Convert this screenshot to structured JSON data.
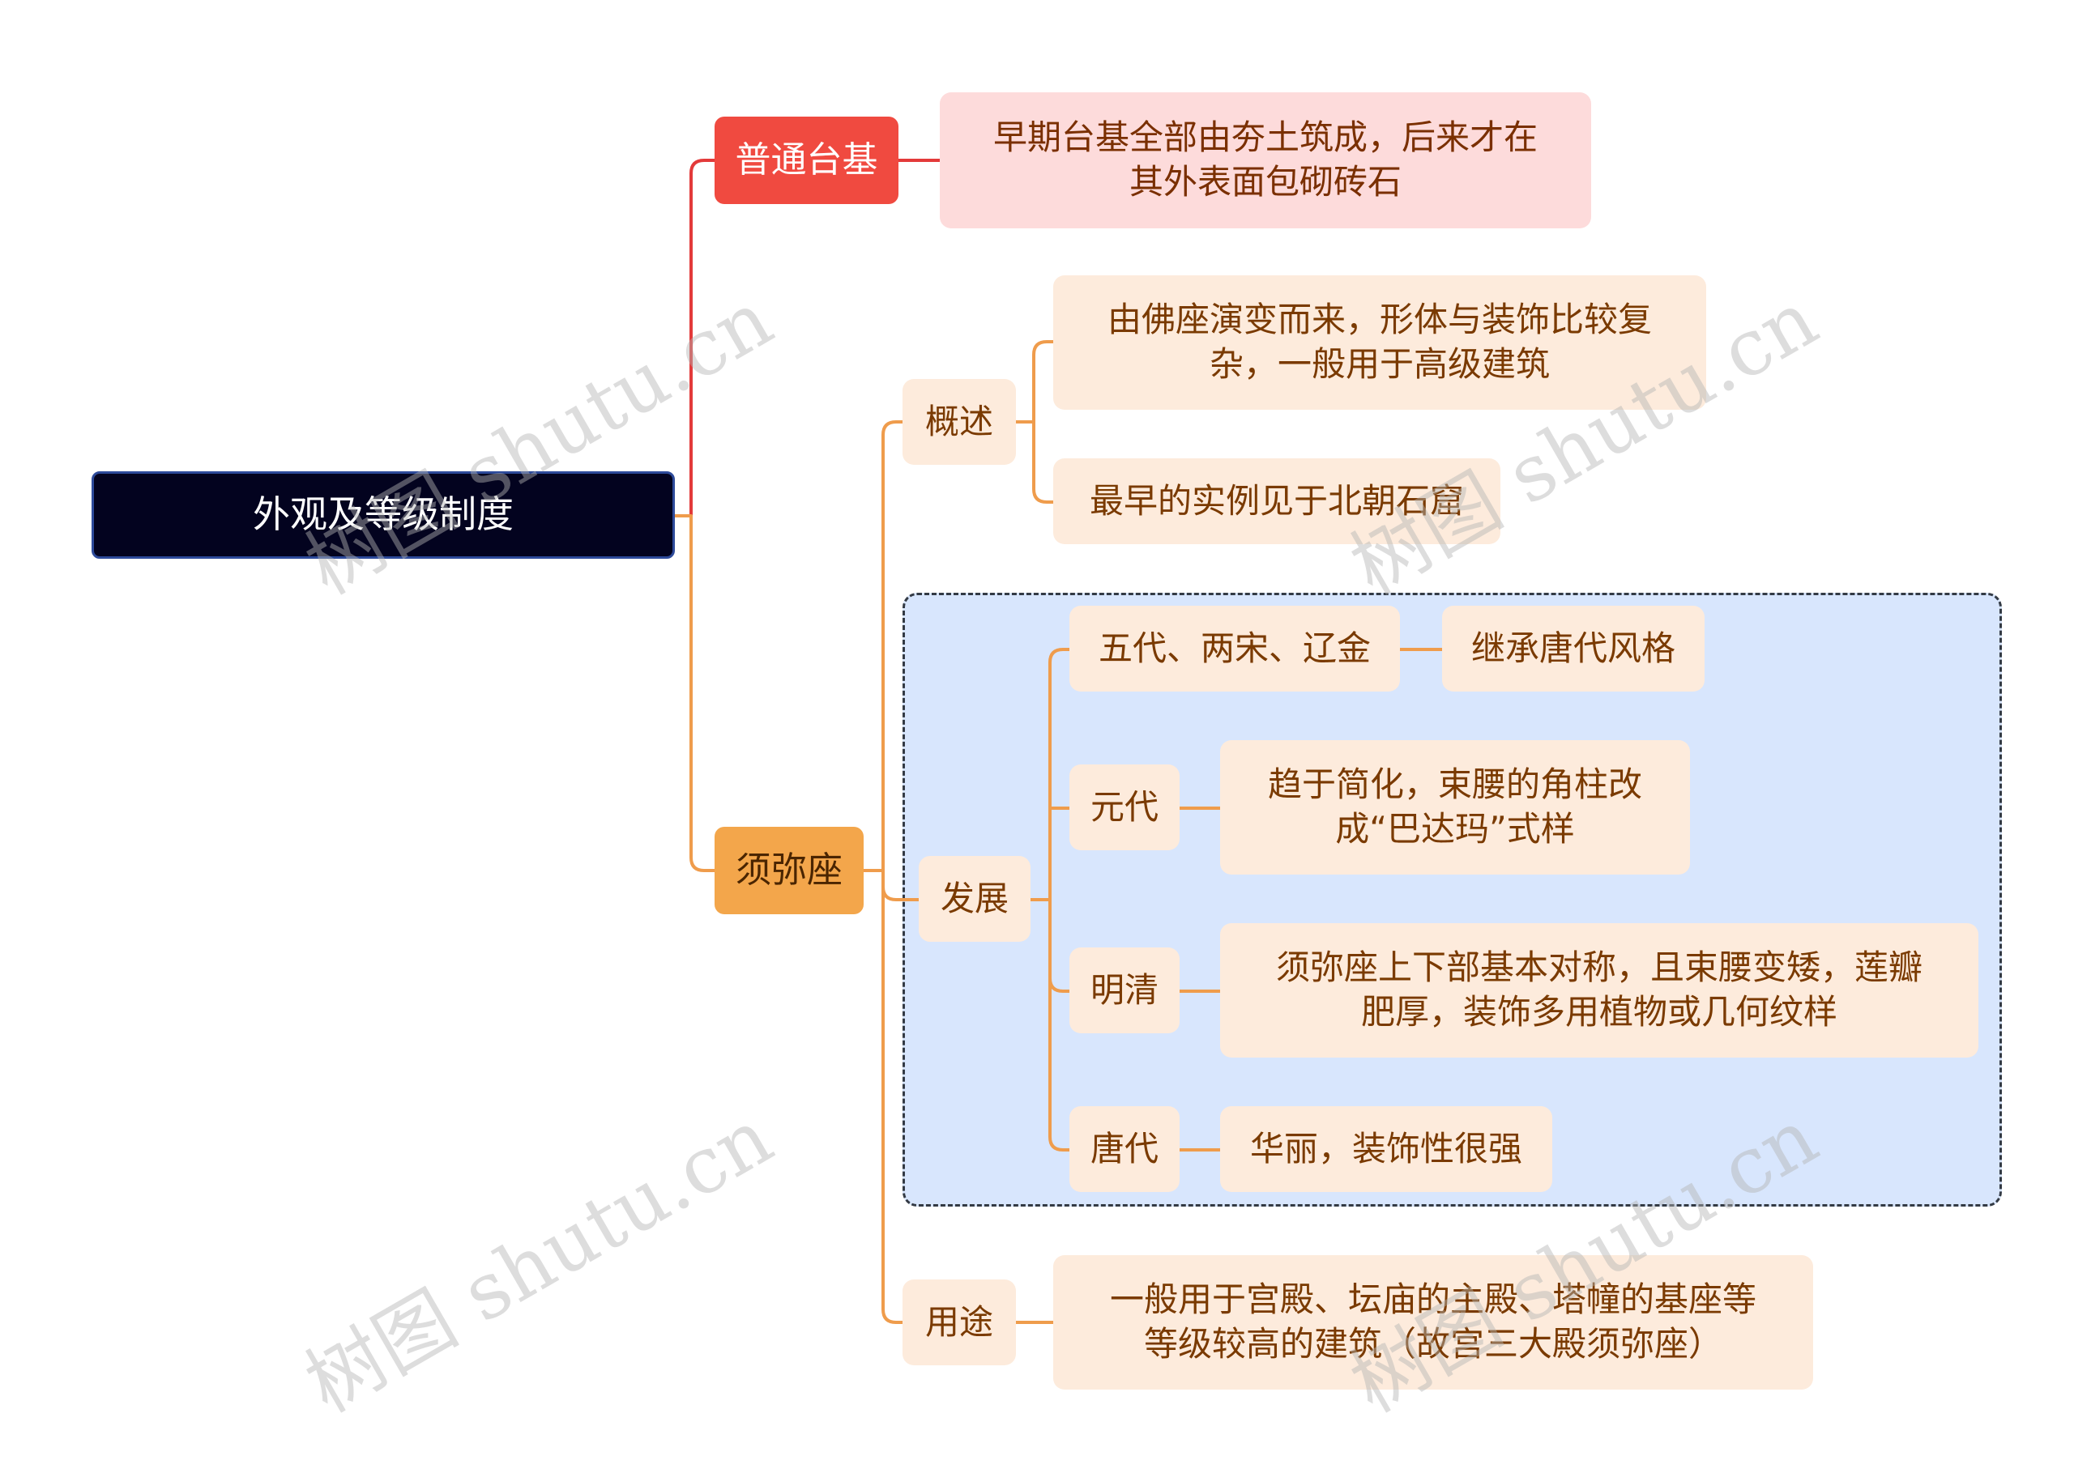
{
  "colors": {
    "red_branch": "#e33a3a",
    "orange_branch": "#ef9c4c",
    "root_fill": "#03031f",
    "group_fill": "#d8e6fd"
  },
  "root": {
    "label": "外观及等级制度"
  },
  "branch_common": {
    "label": "普通台基",
    "detail": [
      "早期台基全部由夯土筑成，后来才在",
      "其外表面包砌砖石"
    ]
  },
  "branch_xumizuo": {
    "label": "须弥座",
    "overview": {
      "label": "概述",
      "items": [
        [
          "由佛座演变而来，形体与装饰比较复",
          "杂，一般用于高级建筑"
        ],
        [
          "最早的实例见于北朝石窟"
        ]
      ]
    },
    "development": {
      "label": "发展",
      "periods": [
        {
          "label": "五代、两宋、辽金",
          "detail": [
            "继承唐代风格"
          ]
        },
        {
          "label": "元代",
          "detail": [
            "趋于简化，束腰的角柱改",
            "成“巴达玛”式样"
          ]
        },
        {
          "label": "明清",
          "detail": [
            "须弥座上下部基本对称，且束腰变矮，莲瓣",
            "肥厚，装饰多用植物或几何纹样"
          ]
        },
        {
          "label": "唐代",
          "detail": [
            "华丽，装饰性很强"
          ]
        }
      ]
    },
    "usage": {
      "label": "用途",
      "detail": [
        "一般用于宫殿、坛庙的主殿、塔幢的基座等",
        "等级较高的建筑（故宫三大殿须弥座）"
      ]
    }
  },
  "watermark": "树图 shutu.cn"
}
